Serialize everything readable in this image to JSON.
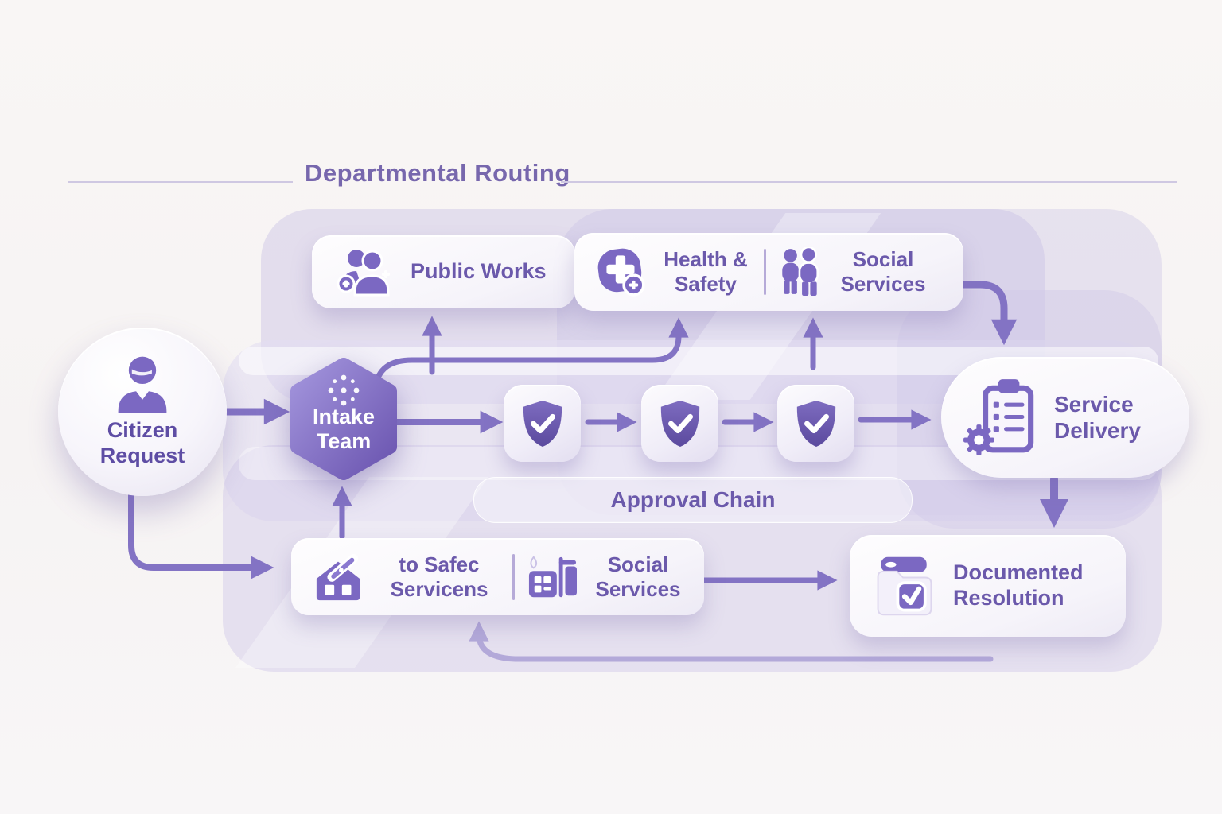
{
  "title": "Departmental Routing",
  "colors": {
    "accent_arrow": "#8373c4",
    "node_text": "#6b59ab",
    "title_text": "#7767ad",
    "title_line": "#cfc8e2",
    "hexagon_fill": "#7c66bf",
    "shield_fill": "#695ab0",
    "card_background": "#fbfafd"
  },
  "nodes": {
    "citizen": {
      "label": "Citizen Request",
      "icon": "person-icon",
      "shape": "circle"
    },
    "intake": {
      "label": "Intake Team",
      "icon": "gear-dots-icon",
      "shape": "hexagon"
    },
    "public_works": {
      "label": "Public Works",
      "icon": "people-group-icon"
    },
    "health_safety": {
      "label": "Health & Safety",
      "icon": "medical-cross-icon"
    },
    "social_services_top": {
      "label": "Social Services",
      "icon": "two-people-icon"
    },
    "approval_chain": {
      "label": "Approval Chain",
      "steps": 3,
      "step_icon": "shield-check-icon"
    },
    "service_delivery": {
      "label": "Service Delivery",
      "icon": "clipboard-gear-icon"
    },
    "safe_services": {
      "label": "to Safec Servicens",
      "icon": "house-pencil-icon"
    },
    "social_services_bottom": {
      "label": "Social Services",
      "icon": "building-flag-icon"
    },
    "documented_resolution": {
      "label": "Documented Resolution",
      "icon": "folder-check-icon"
    }
  },
  "edges": [
    {
      "from": "citizen",
      "to": "intake"
    },
    {
      "from": "intake",
      "to": "public-works"
    },
    {
      "from": "intake",
      "to": "health-safety"
    },
    {
      "from": "approval-step-3",
      "to": "social-services-top"
    },
    {
      "from": "intake",
      "to": "approval-step-1"
    },
    {
      "from": "approval-step-1",
      "to": "approval-step-2"
    },
    {
      "from": "approval-step-2",
      "to": "approval-step-3"
    },
    {
      "from": "approval-step-3",
      "to": "service-delivery"
    },
    {
      "from": "health-social-card",
      "to": "service-delivery"
    },
    {
      "from": "service-delivery",
      "to": "documented-resolution"
    },
    {
      "from": "citizen",
      "to": "safe-services"
    },
    {
      "from": "safe-services",
      "to": "intake"
    },
    {
      "from": "safe-services",
      "to": "documented-resolution"
    },
    {
      "from": "return-path",
      "to": "safe-services"
    }
  ]
}
